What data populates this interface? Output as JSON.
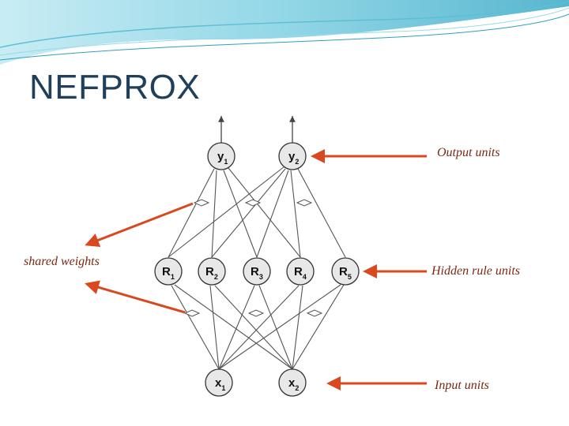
{
  "title": "NEFPROX",
  "labels": {
    "output": "Output units",
    "hidden": "Hidden rule units",
    "input": "Input units",
    "shared": "shared weights"
  },
  "nodes": {
    "y1": {
      "letter": "y",
      "sub": "1"
    },
    "y2": {
      "letter": "y",
      "sub": "2"
    },
    "R1": {
      "letter": "R",
      "sub": "1"
    },
    "R2": {
      "letter": "R",
      "sub": "2"
    },
    "R3": {
      "letter": "R",
      "sub": "3"
    },
    "R4": {
      "letter": "R",
      "sub": "4"
    },
    "R5": {
      "letter": "R",
      "sub": "5"
    },
    "x1": {
      "letter": "x",
      "sub": "1"
    },
    "x2": {
      "letter": "x",
      "sub": "2"
    }
  },
  "colors": {
    "title": "#1f3f5a",
    "arrow_red": "#d9481f",
    "label_text": "#7a2a12",
    "network_line": "#444444",
    "node_fill": "#e8e8e8",
    "banner_teal": "#48b8cf"
  }
}
